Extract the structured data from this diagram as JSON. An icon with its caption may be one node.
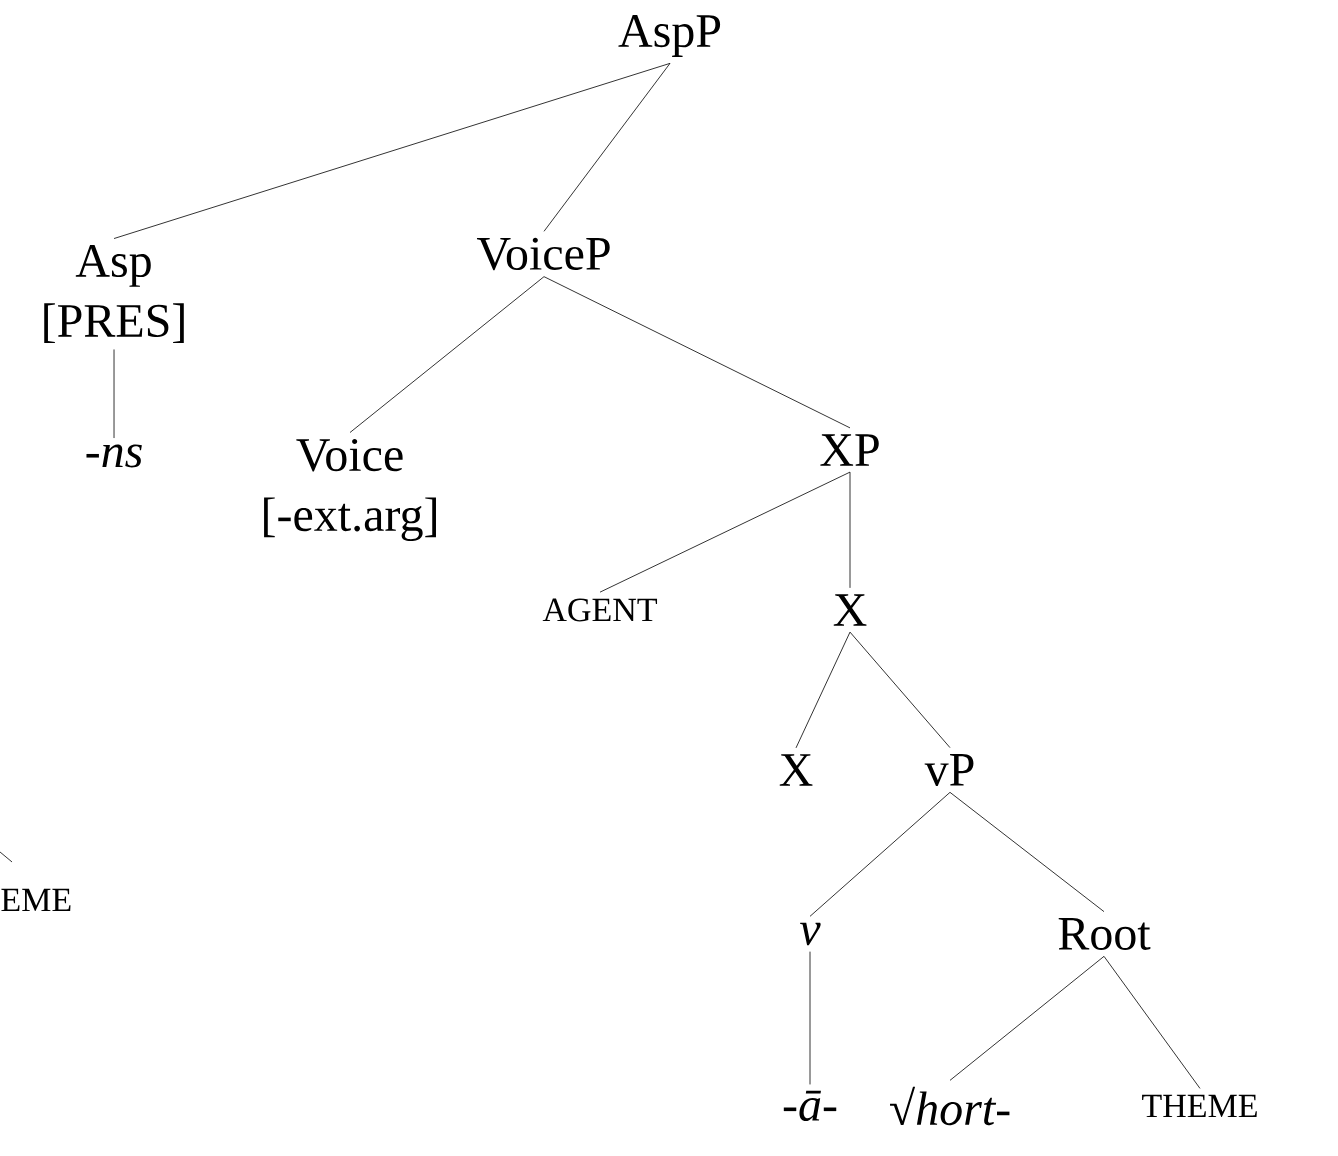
{
  "diagram": {
    "nodes": [
      {
        "text": [
          "AspP"
        ]
      },
      {
        "text": [
          "Asp",
          "[PRES]"
        ]
      },
      {
        "text": [
          "-ns"
        ]
      },
      {
        "text": [
          "VoiceP"
        ]
      },
      {
        "text": [
          "Voice",
          "[-ext.arg]"
        ]
      },
      {
        "text": [
          "XP"
        ]
      },
      {
        "text": [
          "AGENT"
        ]
      },
      {
        "text": [
          "X"
        ]
      },
      {
        "text": [
          "X"
        ]
      },
      {
        "text": [
          "vP"
        ]
      },
      {
        "text": [
          "v"
        ]
      },
      {
        "text": [
          "Root"
        ]
      },
      {
        "text": [
          "-ā-"
        ]
      },
      {
        "text": [
          "√*hort-*"
        ]
      },
      {
        "text": [
          "THEME"
        ]
      }
    ],
    "edges": [
      {
        "from": 0,
        "to": 1,
        "arrow": "none"
      },
      {
        "from": 0,
        "to": 3,
        "arrow": "none"
      },
      {
        "from": 1,
        "to": 2,
        "arrow": "none"
      },
      {
        "from": 3,
        "to": 4,
        "arrow": "none"
      },
      {
        "from": 3,
        "to": 5,
        "arrow": "none"
      },
      {
        "from": 5,
        "to": 6,
        "arrow": "none"
      },
      {
        "from": 5,
        "to": 7,
        "arrow": "none"
      },
      {
        "from": 7,
        "to": 8,
        "arrow": "none"
      },
      {
        "from": 7,
        "to": 9,
        "arrow": "none"
      },
      {
        "from": 9,
        "to": 10,
        "arrow": "none"
      },
      {
        "from": 9,
        "to": 11,
        "arrow": "none"
      },
      {
        "from": 10,
        "to": 12,
        "arrow": "none"
      },
      {
        "from": 11,
        "to": 13,
        "arrow": "none"
      },
      {
        "from": 11,
        "to": 14,
        "arrow": "none"
      }
    ],
    "labels": [
      "EME"
    ]
  }
}
